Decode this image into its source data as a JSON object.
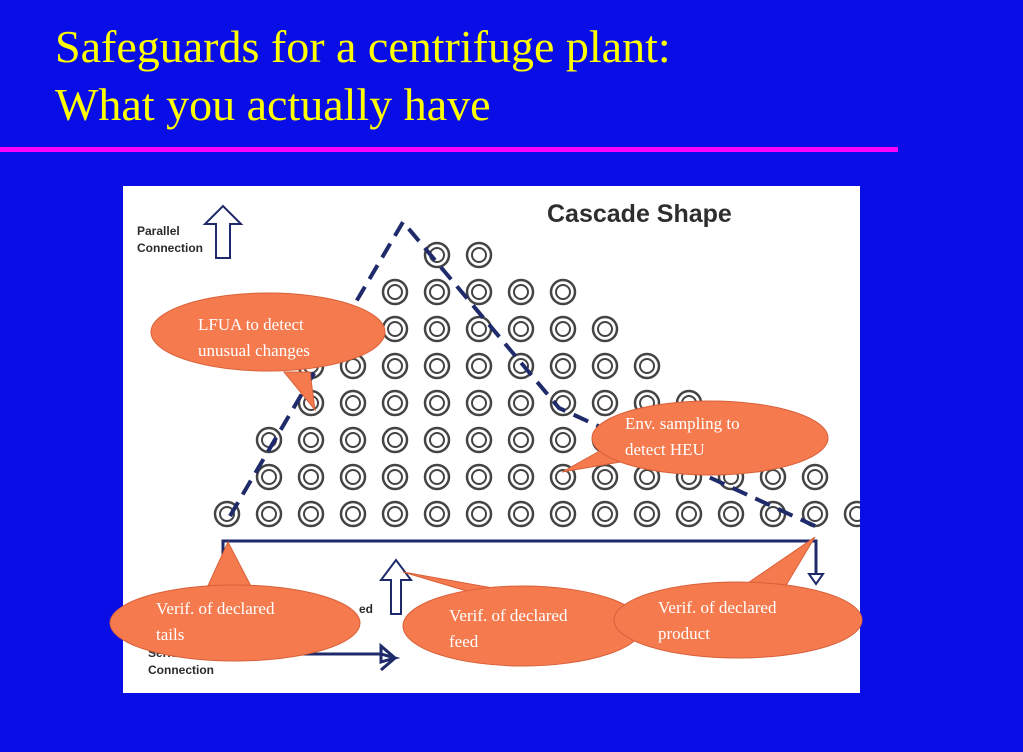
{
  "slide": {
    "title_line1": "Safeguards for a centrifuge plant:",
    "title_line2": "What you actually have",
    "colors": {
      "background": "#0a0ee6",
      "title": "#ffff00",
      "rule": "#ff00ff",
      "callout_fill": "#f57a4e",
      "callout_text": "#ffffff"
    }
  },
  "diagram": {
    "heading": "Cascade Shape",
    "parallel_line1": "Parallel",
    "parallel_line2": "Connection",
    "series_line1": "Series",
    "series_line2": "Connection",
    "feed_fragment": "ed",
    "column_heights": [
      1,
      3,
      5,
      6,
      7,
      8,
      8,
      7,
      7,
      6,
      5,
      4,
      3,
      2,
      2,
      1
    ]
  },
  "callouts": {
    "lfua_line1": "LFUA to detect",
    "lfua_line2": "unusual changes",
    "env_line1": "Env. sampling to",
    "env_line2": "detect HEU",
    "tails_line1": "Verif. of declared",
    "tails_line2": "tails",
    "feed_line1": "Verif. of declared",
    "feed_line2": "feed",
    "product_line1": "Verif. of declared",
    "product_line2": "product"
  }
}
